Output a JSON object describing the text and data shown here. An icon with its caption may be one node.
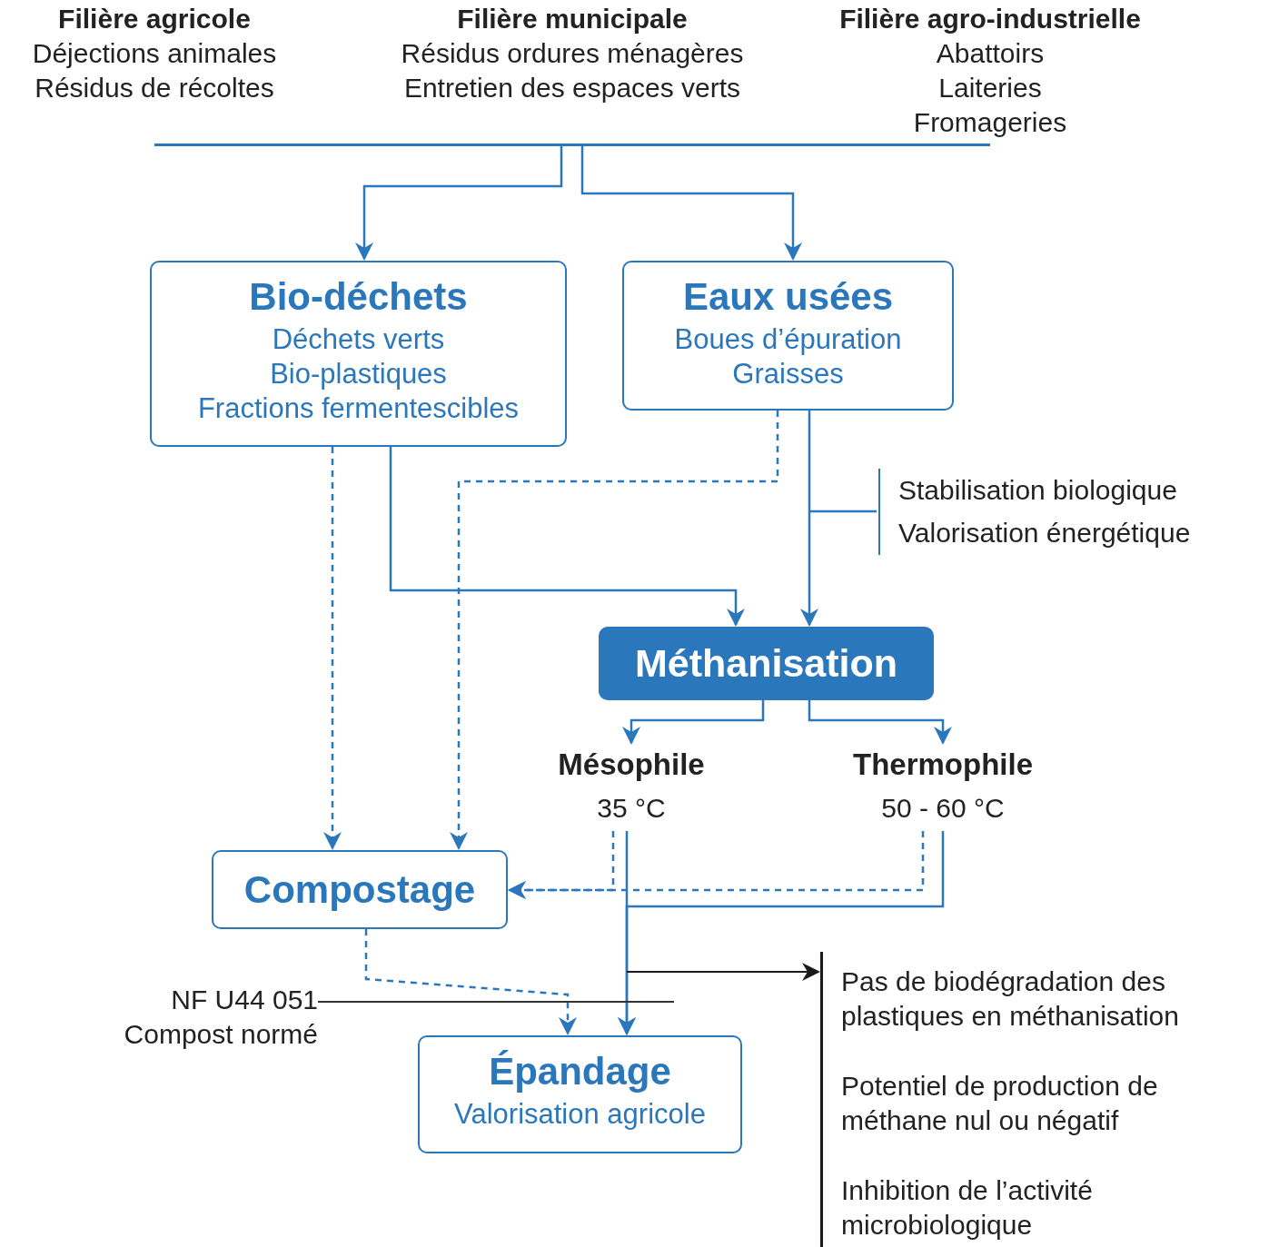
{
  "diagram": {
    "nodes": [
      {
        "text": [],
        "shape": "bar"
      },
      {
        "text": [
          "Bio-déchets",
          "Déchets verts",
          "Bio-plastiques",
          "Fractions fermentescibles"
        ]
      },
      {
        "text": [
          "Eaux usées",
          "Boues d’épuration",
          "Graisses"
        ]
      },
      {
        "text": [
          "Stabilisation biologique",
          "Valorisation énergétique"
        ]
      },
      {
        "text": [
          "Méthanisation"
        ]
      },
      {
        "text": [
          "Mésophile",
          "35 °C"
        ]
      },
      {
        "text": [
          "Thermophile",
          "50 - 60 °C"
        ]
      },
      {
        "text": [
          "Compostage"
        ]
      },
      {
        "text": [
          "NF U44 051",
          "Compost normé"
        ]
      },
      {
        "text": [
          "Épandage",
          "Valorisation agricole"
        ]
      },
      {
        "text": [
          "Pas de biodégradation des plastiques en méthanisation",
          "Potentiel de production de méthane nul ou négatif",
          "Inhibition de l’activité microbiologique"
        ]
      }
    ],
    "edges": [
      {
        "from": 0,
        "to": 1,
        "arrow": "to"
      },
      {
        "from": 0,
        "to": 2,
        "arrow": "to"
      },
      {
        "from": 1,
        "to": 4,
        "arrow": "to"
      },
      {
        "from": 2,
        "to": 4,
        "arrow": "to"
      },
      {
        "from": null,
        "to": 3,
        "arrow": "none"
      },
      {
        "from": 4,
        "to": 5,
        "arrow": "to"
      },
      {
        "from": 4,
        "to": 6,
        "arrow": "to"
      },
      {
        "from": 1,
        "to": 7,
        "arrow": "to",
        "style": "dashed"
      },
      {
        "from": 2,
        "to": 7,
        "arrow": "to",
        "style": "dashed"
      },
      {
        "from": 5,
        "to": 7,
        "arrow": "to",
        "style": "dashed"
      },
      {
        "from": 6,
        "to": 7,
        "arrow": "to",
        "style": "dashed"
      },
      {
        "from": 5,
        "to": 9,
        "arrow": "to"
      },
      {
        "from": 6,
        "to": 9,
        "arrow": "to"
      },
      {
        "from": 7,
        "to": 9,
        "arrow": "to",
        "style": "dashed"
      },
      {
        "from": 8,
        "to": null,
        "arrow": "none",
        "color": "#333333"
      },
      {
        "from": null,
        "to": 10,
        "arrow": "to",
        "color": "#1a1a1a"
      }
    ],
    "labels": [
      "Filière agricole",
      "Déjections animales",
      "Résidus de récoltes",
      "Filière municipale",
      "Résidus ordures ménagères",
      "Entretien des espaces verts",
      "Filière agro-industrielle",
      "Abattoirs",
      "Laiteries",
      "Fromageries"
    ]
  }
}
